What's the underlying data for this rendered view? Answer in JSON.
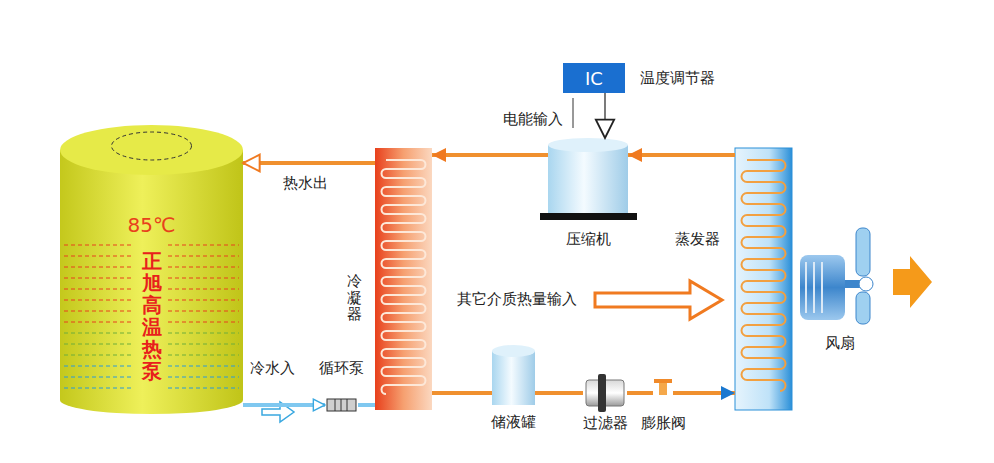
{
  "diagram": {
    "nodes": [
      {
        "text": [
          "85℃",
          "正旭高温热泵"
        ]
      },
      {
        "text": [
          "冷凝器"
        ]
      },
      {
        "text": [
          "IC"
        ]
      },
      {
        "text": [
          "压缩机"
        ]
      },
      {
        "text": [
          "蒸发器"
        ]
      },
      {
        "text": [
          "风扇"
        ]
      },
      {
        "text": [
          "循环泵"
        ]
      },
      {
        "text": [
          "储液罐"
        ]
      },
      {
        "text": [
          "过滤器"
        ]
      },
      {
        "text": [
          "膨胀阀"
        ]
      }
    ],
    "edges": [
      {
        "from": 3,
        "to": 1,
        "arrow": "to"
      },
      {
        "from": 4,
        "to": 3,
        "arrow": "to"
      },
      {
        "from": 1,
        "to": 0,
        "arrow": "to",
        "label": "热水出"
      },
      {
        "from": 0,
        "to": 6,
        "arrow": "to",
        "label": "冷水入"
      },
      {
        "from": 6,
        "to": 1,
        "arrow": "none"
      },
      {
        "from": 1,
        "to": 7,
        "arrow": "none"
      },
      {
        "from": 7,
        "to": 8,
        "arrow": "none"
      },
      {
        "from": 8,
        "to": 9,
        "arrow": "none"
      },
      {
        "from": 9,
        "to": 4,
        "arrow": "to"
      },
      {
        "from": 2,
        "to": 3,
        "arrow": "to",
        "label": "电能输入"
      }
    ],
    "labels": [
      "温度调节器",
      "其它介质热量输入"
    ]
  }
}
